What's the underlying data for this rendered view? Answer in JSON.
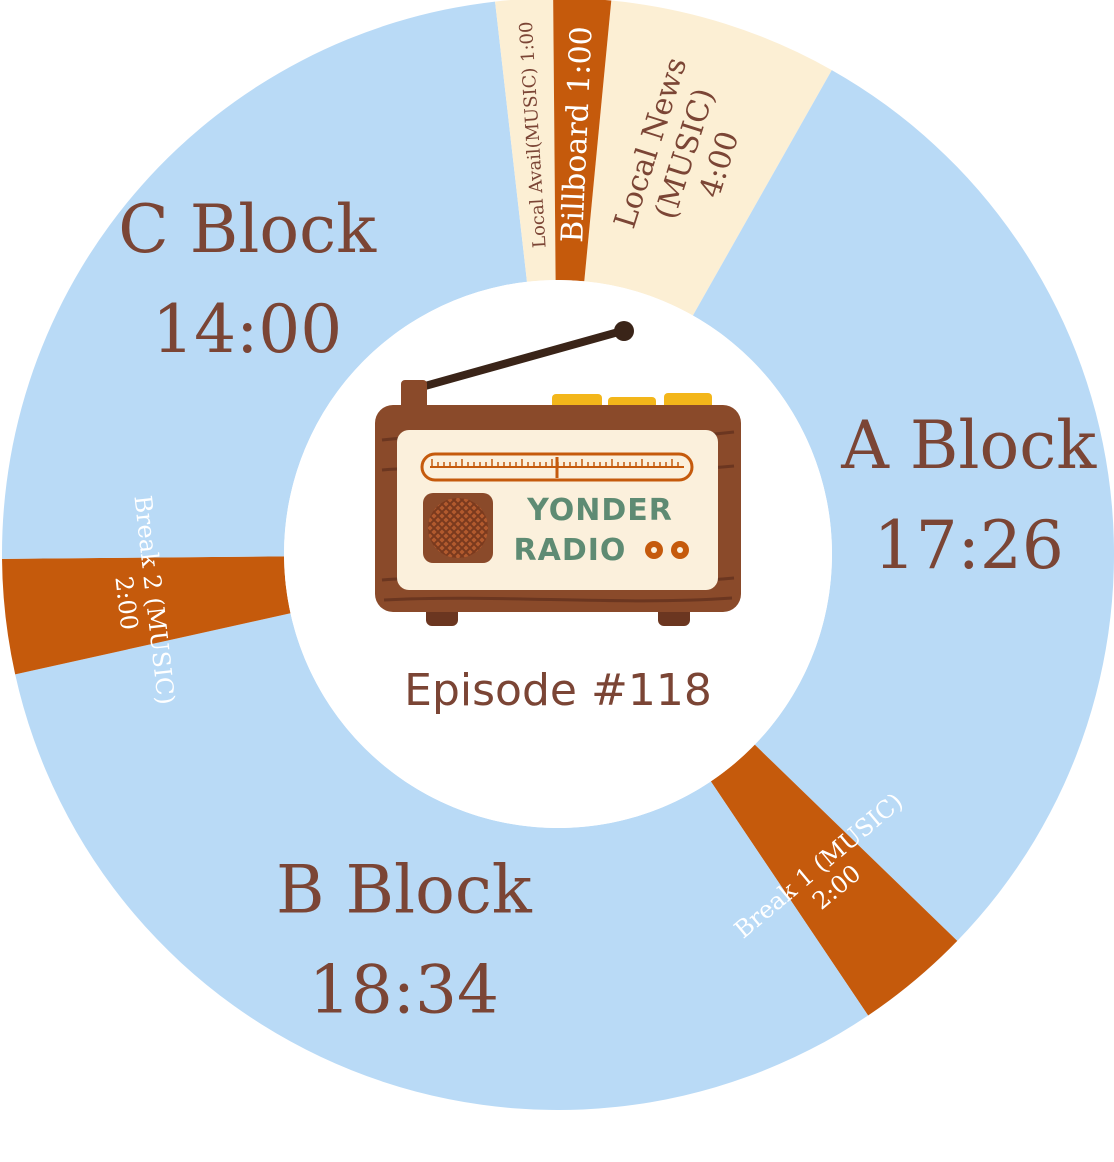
{
  "chart_data": {
    "type": "donut",
    "title": "",
    "center_label": "Episode #118",
    "logo_text": [
      "YONDER",
      "RADIO"
    ],
    "unit": "minutes",
    "segments": [
      {
        "name": "Local News (MUSIC)",
        "label_lines": [
          "Local News",
          "(MUSIC)",
          "4:00"
        ],
        "duration": "4:00",
        "minutes": 4.0,
        "color": "#fcefd4",
        "text_color": "#7b4535",
        "big": false,
        "rot": "up"
      },
      {
        "name": "A Block",
        "label_lines": [
          "A Block",
          "17:26"
        ],
        "duration": "17:26",
        "minutes": 17.4333,
        "color": "#b9daf6",
        "text_color": "#7b4535",
        "big": true
      },
      {
        "name": "Break 1 (MUSIC)",
        "label_lines": [
          "Break 1 (MUSIC)",
          "2:00"
        ],
        "duration": "2:00",
        "minutes": 2.0,
        "color": "#c55a0c",
        "text_color": "#ffffff",
        "big": false,
        "rot": "perp"
      },
      {
        "name": "B Block",
        "label_lines": [
          "B Block",
          "18:34"
        ],
        "duration": "18:34",
        "minutes": 18.5667,
        "color": "#b9daf6",
        "text_color": "#7b4535",
        "big": true
      },
      {
        "name": "Break 2 (MUSIC)",
        "label_lines": [
          "Break 2 (MUSIC)",
          "2:00"
        ],
        "duration": "2:00",
        "minutes": 2.0,
        "color": "#c55a0c",
        "text_color": "#ffffff",
        "big": false,
        "rot": "perp"
      },
      {
        "name": "C Block",
        "label_lines": [
          "C Block",
          "14:00"
        ],
        "duration": "14:00",
        "minutes": 14.0,
        "color": "#b9daf6",
        "text_color": "#7b4535",
        "big": true
      },
      {
        "name": "Local Avail(MUSIC)",
        "label_lines": [
          "Local Avail(MUSIC) 1:00"
        ],
        "duration": "1:00",
        "minutes": 1.0,
        "color": "#fcefd4",
        "text_color": "#7b4535",
        "big": false,
        "rot": "up"
      },
      {
        "name": "Billboard",
        "label_lines": [
          "Billboard 1:00"
        ],
        "duration": "1:00",
        "minutes": 1.0,
        "color": "#c55a0c",
        "text_color": "#ffffff",
        "big": false,
        "rot": "up"
      }
    ]
  },
  "colors": {
    "label_brown": "#7b4535",
    "wood": "#8a4a2a",
    "wood_dark": "#6b3620",
    "panel": "#fbf0dc",
    "logo_green": "#5e8b73",
    "knob": "#c55a0c",
    "button_yellow": "#f3b61a"
  }
}
